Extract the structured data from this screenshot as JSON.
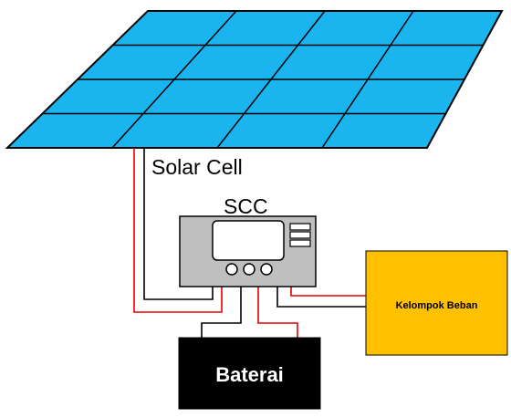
{
  "labels": {
    "solar_cell": "Solar Cell",
    "scc": "SCC",
    "load": "Kelompok Beban",
    "battery": "Baterai"
  },
  "colors": {
    "panel_fill": "#1ab4ef",
    "panel_grid": "#000000",
    "controller_fill": "#bfbfbf",
    "controller_screen": "#ffffff",
    "load_fill": "#ffc000",
    "battery_fill": "#000000",
    "battery_text": "#ffffff",
    "wire_positive": "#e60000",
    "wire_negative": "#000000"
  },
  "panel": {
    "rows": 4,
    "columns": 4
  },
  "controller": {
    "buttons": 3,
    "indicator_bars": 3
  }
}
